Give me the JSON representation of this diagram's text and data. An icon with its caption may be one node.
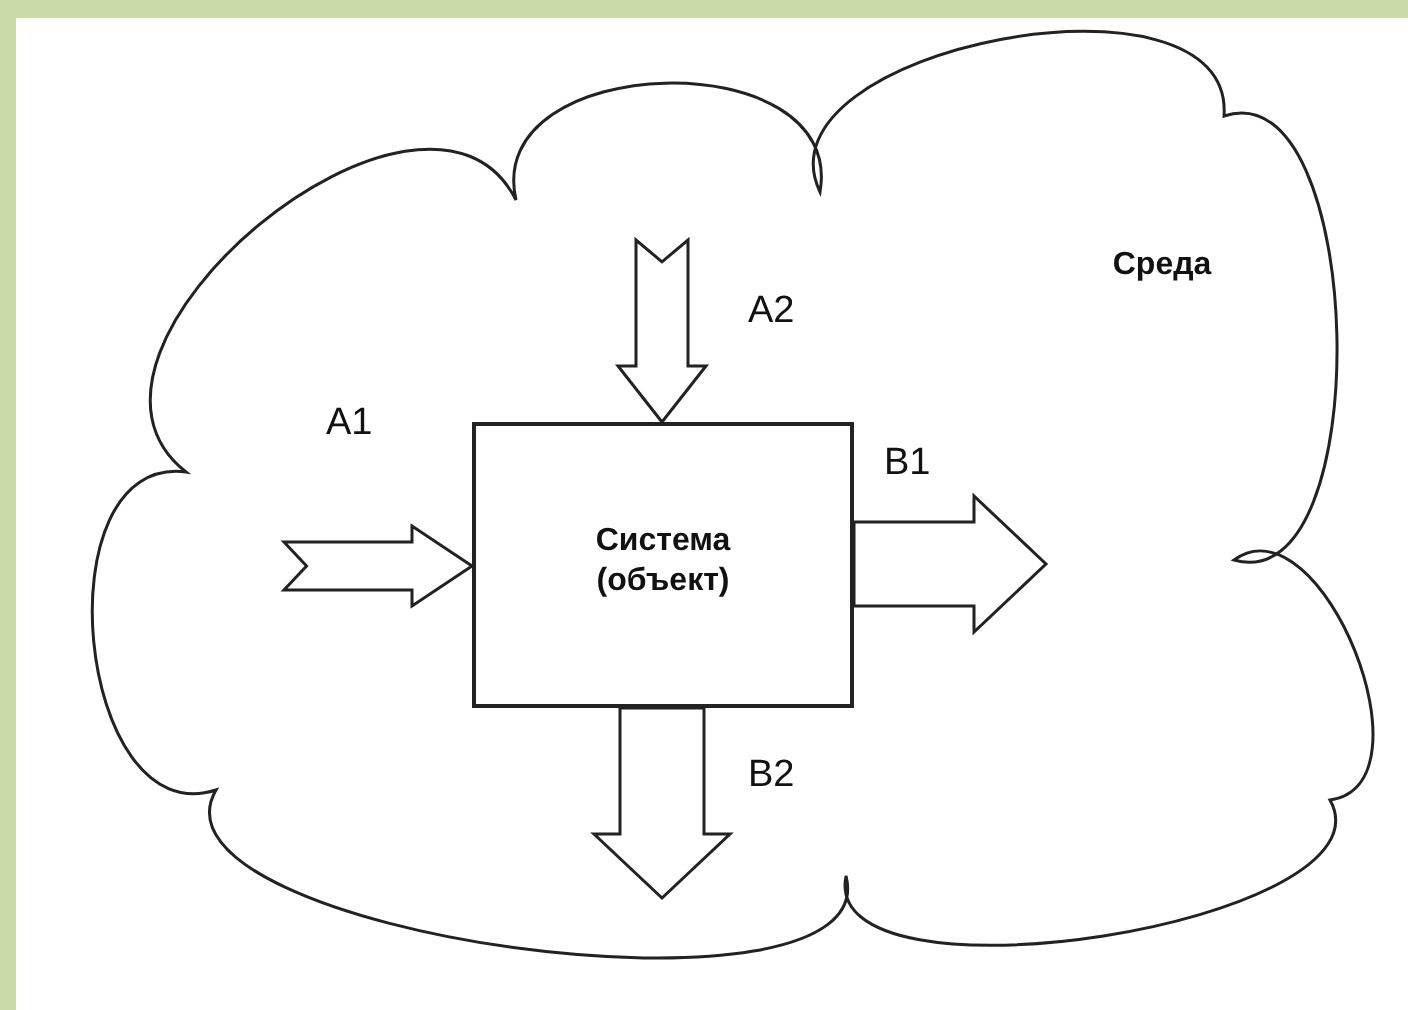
{
  "diagram": {
    "nodes": [
      {
        "text": [
          "Среда"
        ]
      },
      {
        "text": [
          "Система (объект)"
        ],
        "in": 0
      }
    ],
    "edges": [
      {
        "from": null,
        "to": 1,
        "arrow": "to",
        "label": "A1"
      },
      {
        "from": null,
        "to": 1,
        "arrow": "to",
        "label": "A2"
      },
      {
        "from": 1,
        "to": null,
        "arrow": "to",
        "label": "B1"
      },
      {
        "from": 1,
        "to": null,
        "arrow": "to",
        "label": "B2"
      }
    ]
  }
}
